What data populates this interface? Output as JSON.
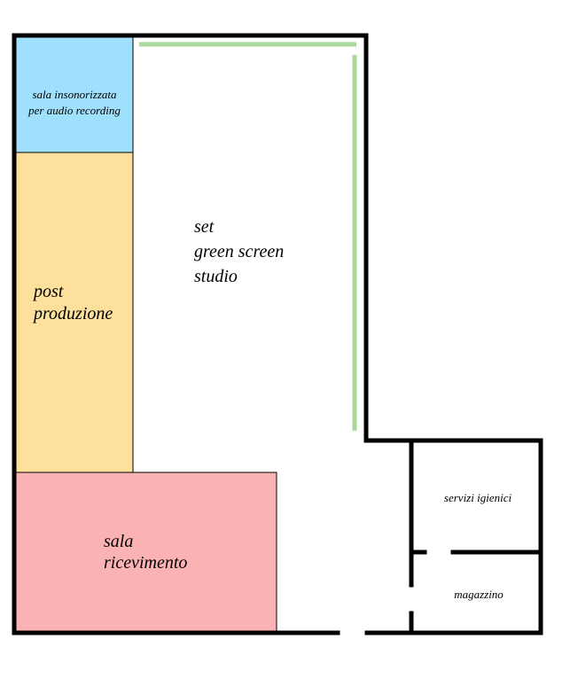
{
  "colors": {
    "background": "#ffffff",
    "wall": "#000000",
    "green_screen": "#a8d89a",
    "audio_room": "#9fe0fc",
    "post_production": "#fde09c",
    "reception": "#fbb2b4"
  },
  "rooms": {
    "audio": {
      "line1": "sala insonorizzata",
      "line2": "per audio recording"
    },
    "post": {
      "line1": "post",
      "line2": "produzione"
    },
    "studio": {
      "line1": "set",
      "line2": "green screen",
      "line3": "studio"
    },
    "reception": {
      "line1": "sala",
      "line2": "ricevimento"
    },
    "restrooms": {
      "line1": "servizi igienici"
    },
    "storage": {
      "line1": "magazzino"
    }
  }
}
